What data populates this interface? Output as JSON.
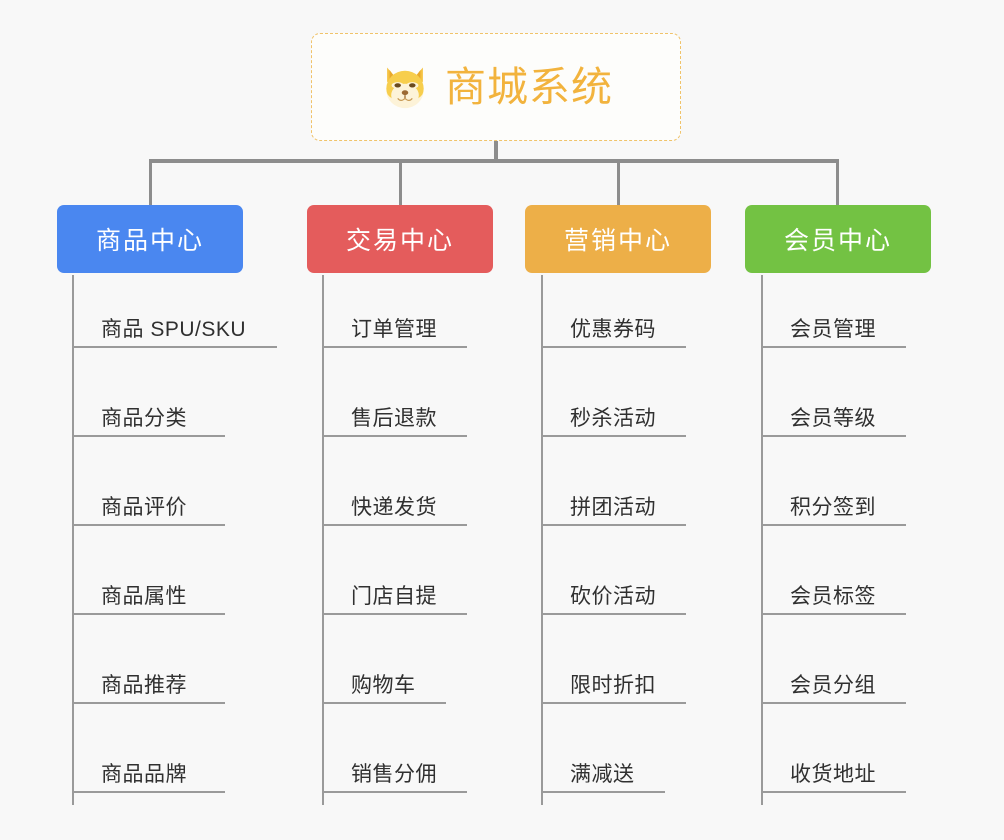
{
  "diagram": {
    "type": "mind-map",
    "background_color": "#f8f8f8",
    "root": {
      "title": "商城系统",
      "icon": "shiba-dog-face-emoji",
      "text_color": "#f2b33d",
      "border_color": "#f0c36a",
      "fill_color": "#fdfdfb"
    },
    "connector_color": "#8d8d8d",
    "branches": [
      {
        "label": "商品中心",
        "color": "#4a87f0",
        "text_color": "#ffffff",
        "items": [
          "商品 SPU/SKU",
          "商品分类",
          "商品评价",
          "商品属性",
          "商品推荐",
          "商品品牌"
        ]
      },
      {
        "label": "交易中心",
        "color": "#e45c5c",
        "text_color": "#ffffff",
        "items": [
          "订单管理",
          "售后退款",
          "快递发货",
          "门店自提",
          "购物车",
          "销售分佣"
        ]
      },
      {
        "label": "营销中心",
        "color": "#edaf48",
        "text_color": "#ffffff",
        "items": [
          "优惠券码",
          "秒杀活动",
          "拼团活动",
          "砍价活动",
          "限时折扣",
          "满减送"
        ]
      },
      {
        "label": "会员中心",
        "color": "#73c243",
        "text_color": "#ffffff",
        "items": [
          "会员管理",
          "会员等级",
          "积分签到",
          "会员标签",
          "会员分组",
          "收货地址"
        ]
      }
    ]
  }
}
